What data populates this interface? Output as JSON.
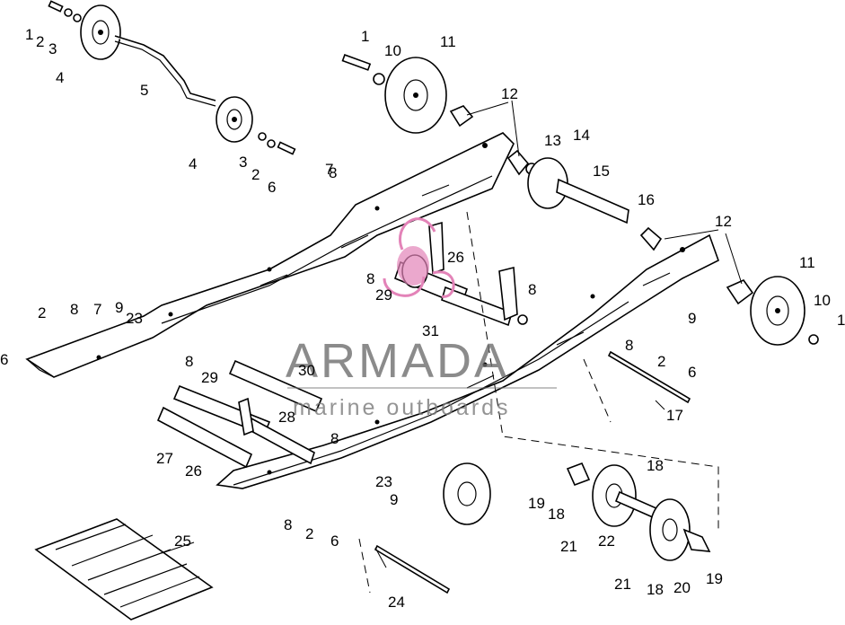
{
  "watermark": {
    "brand": "ARMADA",
    "tagline": "marine outboards",
    "logo_color": "#e383b8",
    "text_color": "#6b6b6b"
  },
  "callouts": {
    "c1a": "1",
    "c2a": "2",
    "c3a": "3",
    "c4a": "4",
    "c5": "5",
    "c4b": "4",
    "c3b": "3",
    "c2b": "2",
    "c6a": "6",
    "c1b": "1",
    "c10a": "10",
    "c11a": "11",
    "c7a": "7",
    "c8a": "8",
    "c12a": "12",
    "c13": "13",
    "c14": "14",
    "c15": "15",
    "c16": "16",
    "c12b": "12",
    "c11b": "11",
    "c10b": "10",
    "c1c": "1",
    "c8b": "8",
    "c26a": "26",
    "c29a": "29",
    "c8c": "8",
    "c31": "31",
    "c2c": "2",
    "c8d": "8",
    "c7b": "7",
    "c9a": "9",
    "c23a": "23",
    "c6b": "6",
    "c8e": "8",
    "c29b": "29",
    "c30": "30",
    "c28": "28",
    "c8f": "8",
    "c27": "27",
    "c26b": "26",
    "c9b": "9",
    "c8g": "8",
    "c2d": "2",
    "c6c": "6",
    "c17": "17",
    "c23b": "23",
    "c9c": "9",
    "c8h": "8",
    "c2e": "2",
    "c6d": "6",
    "c18a": "18",
    "c19a": "19",
    "c18b": "18",
    "c21a": "21",
    "c22": "22",
    "c21b": "21",
    "c18c": "18",
    "c20": "20",
    "c19b": "19",
    "c25": "25",
    "c24": "24"
  }
}
